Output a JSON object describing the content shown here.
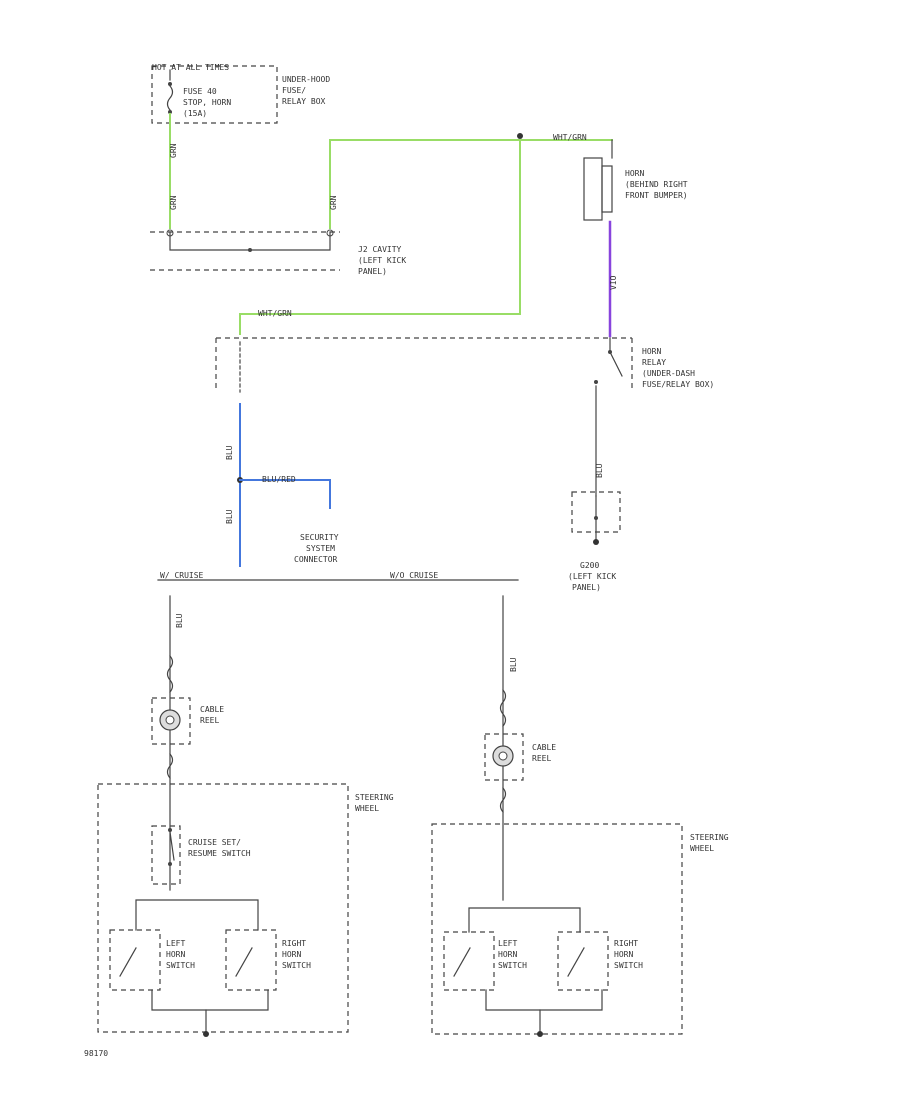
{
  "colors": {
    "green_wire": "#99dd66",
    "violet_wire": "#8844dd",
    "blue_wire": "#4477dd",
    "black_wire": "#444444"
  },
  "labels": {
    "hot_at_all_times": "HOT AT ALL TIMES",
    "fuse": [
      "FUSE 40",
      "STOP, HORN",
      "(15A)"
    ],
    "underhood_box": [
      "UNDER-HOOD",
      "FUSE/",
      "RELAY BOX"
    ],
    "j2_cavity": [
      "J2 CAVITY",
      "(LEFT KICK",
      "PANEL)"
    ],
    "wht_grn_top": "WHT/GRN",
    "wht_grn_mid": "WHT/GRN",
    "horn": [
      "HORN",
      "(BEHIND RIGHT",
      "FRONT BUMPER)"
    ],
    "horn_relay": [
      "HORN",
      "RELAY",
      "(UNDER-DASH",
      "FUSE/RELAY BOX)"
    ],
    "security": [
      "SECURITY",
      "SYSTEM",
      "CONNECTOR"
    ],
    "blu_red": "BLU/RED",
    "ground_left_kick": [
      "G200",
      "(LEFT KICK",
      "PANEL)"
    ],
    "with_cruise": "W/ CRUISE",
    "without_cruise": "W/O CRUISE",
    "cable_reel_1": [
      "CABLE",
      "REEL"
    ],
    "cable_reel_2": [
      "CABLE",
      "REEL"
    ],
    "steering_wheel_1": [
      "STEERING",
      "WHEEL"
    ],
    "steering_wheel_2": [
      "STEERING",
      "WHEEL"
    ],
    "cruise_switch": [
      "CRUISE SET/",
      "RESUME SWITCH"
    ],
    "left_horn_1": [
      "LEFT",
      "HORN",
      "SWITCH"
    ],
    "right_horn_1": [
      "RIGHT",
      "HORN",
      "SWITCH"
    ],
    "left_horn_2": [
      "LEFT",
      "HORN",
      "SWITCH"
    ],
    "right_horn_2": [
      "RIGHT",
      "HORN",
      "SWITCH"
    ],
    "wire_codes": {
      "grn": "GRN",
      "blu_1": "BLU",
      "blu_2": "BLU",
      "blu_3": "BLU",
      "grn_v": "GRN",
      "vio": "VIO"
    },
    "fig_code": "98170"
  }
}
